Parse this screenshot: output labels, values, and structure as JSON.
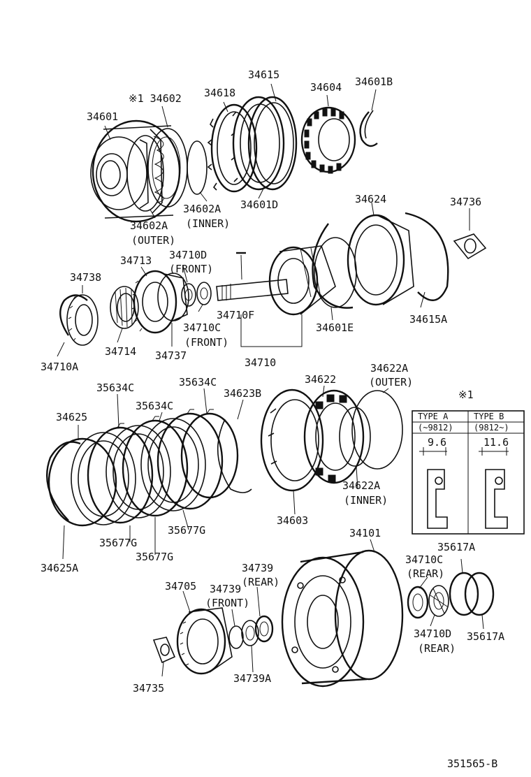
{
  "labels": {
    "p34601": "34601",
    "p34602": "※1 34602",
    "p34618": "34618",
    "p34615": "34615",
    "p34604": "34604",
    "p34601B": "34601B",
    "p34602A_outer": "34602A",
    "p34602A_outer_note": "(OUTER)",
    "p34602A_inner": "34602A",
    "p34602A_inner_note": "(INNER)",
    "p34601D": "34601D",
    "p34624": "34624",
    "p34736": "34736",
    "p34713": "34713",
    "p34710D_front": "34710D",
    "p34710D_front_note": "(FRONT)",
    "p34738": "34738",
    "p34710F": "34710F",
    "p34710C_front": "34710C",
    "p34710C_front_note": "(FRONT)",
    "p34601E": "34601E",
    "p34615A": "34615A",
    "p34714": "34714",
    "p34737": "34737",
    "p34710": "34710",
    "p34710A": "34710A",
    "p35634C_1": "35634C",
    "p35634C_2": "35634C",
    "p35634C_3": "35634C",
    "p34623B": "34623B",
    "p34622": "34622",
    "p34622A_outer": "34622A",
    "p34622A_outer_note": "(OUTER)",
    "p34625": "34625",
    "p34622A_inner": "34622A",
    "p34622A_inner_note": "(INNER)",
    "p34603": "34603",
    "p35677G_1": "35677G",
    "p35677G_2": "35677G",
    "p35677G_3": "35677G",
    "p34625A": "34625A",
    "p34101": "34101",
    "p35617A_top": "35617A",
    "p34710C_rear": "34710C",
    "p34710C_rear_note": "(REAR)",
    "p34739_rear": "34739",
    "p34739_rear_note": "(REAR)",
    "p34705": "34705",
    "p34739_front": "34739",
    "p34739_front_note": "(FRONT)",
    "p34710D_rear": "34710D",
    "p34710D_rear_note": "(REAR)",
    "p35617A_bottom": "35617A",
    "p34735": "34735",
    "p34739A": "34739A"
  },
  "inset": {
    "marker": "※1",
    "type_a": "TYPE  A",
    "type_a_range": "(~9812)",
    "type_a_dim": "9.6",
    "type_b": "TYPE  B",
    "type_b_range": "(9812~)",
    "type_b_dim": "11.6"
  },
  "figure_code": "351565-B"
}
